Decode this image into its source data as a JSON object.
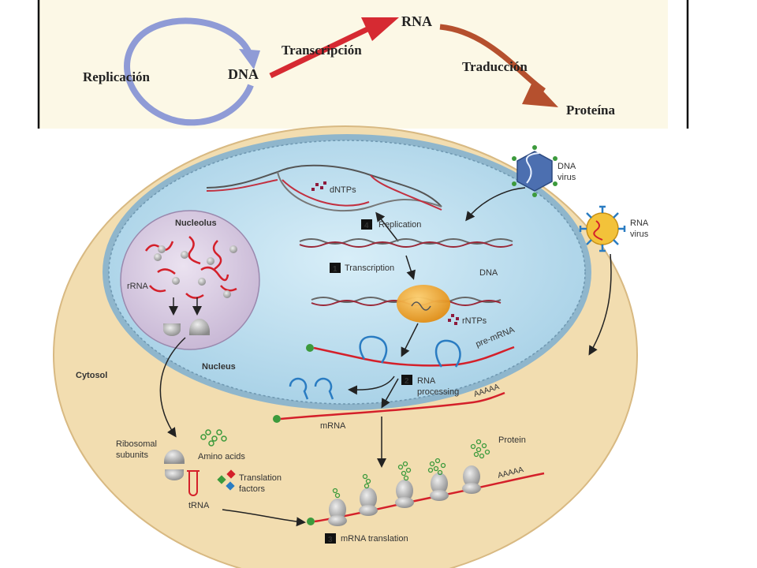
{
  "central_dogma": {
    "replication": "Replicación",
    "dna": "DNA",
    "transcription": "Transcripción",
    "rna": "RNA",
    "translation": "Traducción",
    "protein": "Proteína",
    "colors": {
      "panel": "#fcf8e6",
      "loop": "#8f9bd6",
      "arrow1": "#d62a32",
      "arrow2": "#b5502e"
    }
  },
  "cell": {
    "dntps": "dNTPs",
    "step4_num": "4",
    "step4": "Replication",
    "step1_num": "1",
    "step1": "Transcription",
    "dna": "DNA",
    "rntps": "rNTPs",
    "pre_mrna": "pre-mRNA",
    "step2_num": "2",
    "step2_line1": "RNA",
    "step2_line2": "processing",
    "polya_1": "AAAAA",
    "mrna": "mRNA",
    "polya_2": "AAAAA",
    "nucleolus": "Nucleolus",
    "rrna": "rRNA",
    "nucleus": "Nucleus",
    "cytosol": "Cytosol",
    "ribosomal_line1": "Ribosomal",
    "ribosomal_line2": "subunits",
    "amino_acids": "Amino acids",
    "translation_factors_line1": "Translation",
    "translation_factors_line2": "factors",
    "trna": "tRNA",
    "protein": "Protein",
    "step3_num": "3",
    "step3": "mRNA translation",
    "dna_virus_line1": "DNA",
    "dna_virus_line2": "virus",
    "rna_virus_line1": "RNA",
    "rna_virus_line2": "virus",
    "colors": {
      "cytosol": "#f2ddb0",
      "nucleus": "#bfe0ef",
      "nucleolus": "#dcd0e6",
      "rna": "#d4202a",
      "ribosome": "#a8a8a8"
    }
  }
}
